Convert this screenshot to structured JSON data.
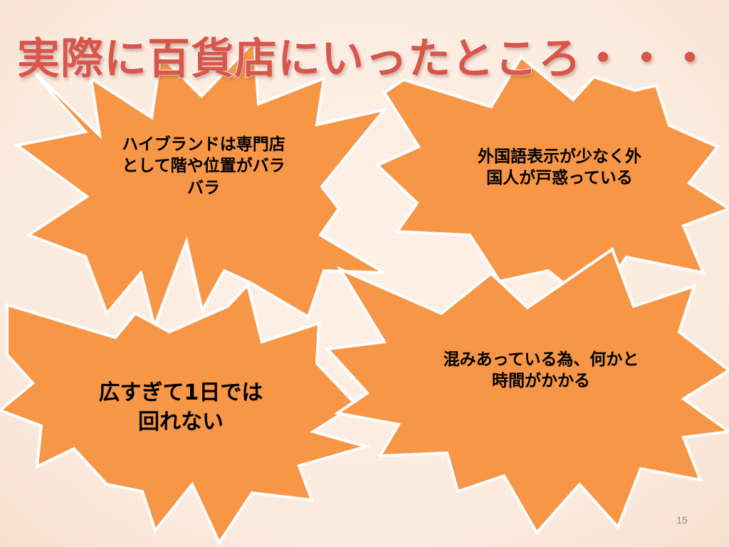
{
  "slide": {
    "title": "実際に百貨店にいったところ・・・",
    "page_number": "15",
    "colors": {
      "background": "#fbeade",
      "title": "#d8574a",
      "burst_fill": "#f79646",
      "burst_outline": "#ffffff",
      "text": "#000000"
    }
  },
  "bursts": [
    {
      "lines": [
        "ハイブランドは専門店",
        "として階や位置がバラ",
        "バラ"
      ]
    },
    {
      "lines": [
        "外国語表示が少なく外",
        "国人が戸惑っている"
      ]
    },
    {
      "lines": [
        "広すぎて1日では",
        "回れない"
      ]
    },
    {
      "lines": [
        "混みあっている為、何かと",
        "時間がかかる"
      ]
    }
  ]
}
